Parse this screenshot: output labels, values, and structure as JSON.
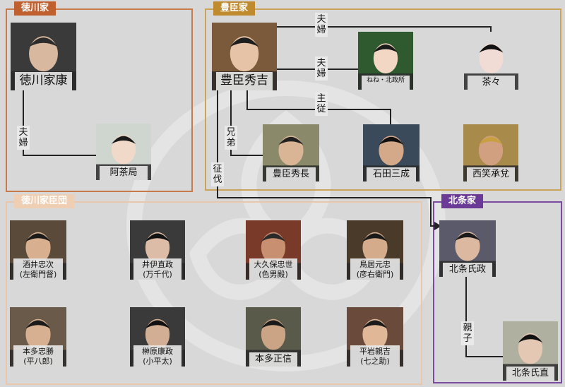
{
  "groups": {
    "tokugawa": "徳川家",
    "toyotomi": "豊臣家",
    "vassals": "徳川家臣団",
    "hojo": "北条家"
  },
  "people": {
    "ieyasu": {
      "name": "徳川家康"
    },
    "achanotsubone": {
      "name": "阿茶局"
    },
    "hideyoshi": {
      "name": "豊臣秀吉"
    },
    "nene": {
      "name": "ねね・北政所"
    },
    "chacha": {
      "name": "茶々"
    },
    "hidenaga": {
      "name": "豊臣秀長"
    },
    "mitsunari": {
      "name": "石田三成"
    },
    "shotai": {
      "name": "西笑承兌"
    },
    "tadatsugu": {
      "name": "酒井忠次",
      "alias": "(左衛門督)"
    },
    "naomasa": {
      "name": "井伊直政",
      "alias": "(万千代)"
    },
    "tadayo": {
      "name": "大久保忠世",
      "alias": "(色男殿)"
    },
    "mototada": {
      "name": "鳥居元忠",
      "alias": "(彦右衛門)"
    },
    "tadakatsu": {
      "name": "本多忠勝",
      "alias": "(平八郎)"
    },
    "yasumasa": {
      "name": "榊原康政",
      "alias": "(小平太)"
    },
    "masanobu": {
      "name": "本多正信"
    },
    "chikayoshi": {
      "name": "平岩親吉",
      "alias": "(七之助)"
    },
    "ujimasa": {
      "name": "北条氏政"
    },
    "ujinao": {
      "name": "北条氏直"
    }
  },
  "relations": {
    "fuufu1": [
      "夫",
      "婦"
    ],
    "fuufu2": [
      "夫",
      "婦"
    ],
    "fuufu3": [
      "夫",
      "婦"
    ],
    "shuju": [
      "主",
      "従"
    ],
    "kyoudai": [
      "兄",
      "弟"
    ],
    "seibatsu": [
      "征",
      "伐"
    ],
    "oyako": [
      "親",
      "子"
    ]
  }
}
